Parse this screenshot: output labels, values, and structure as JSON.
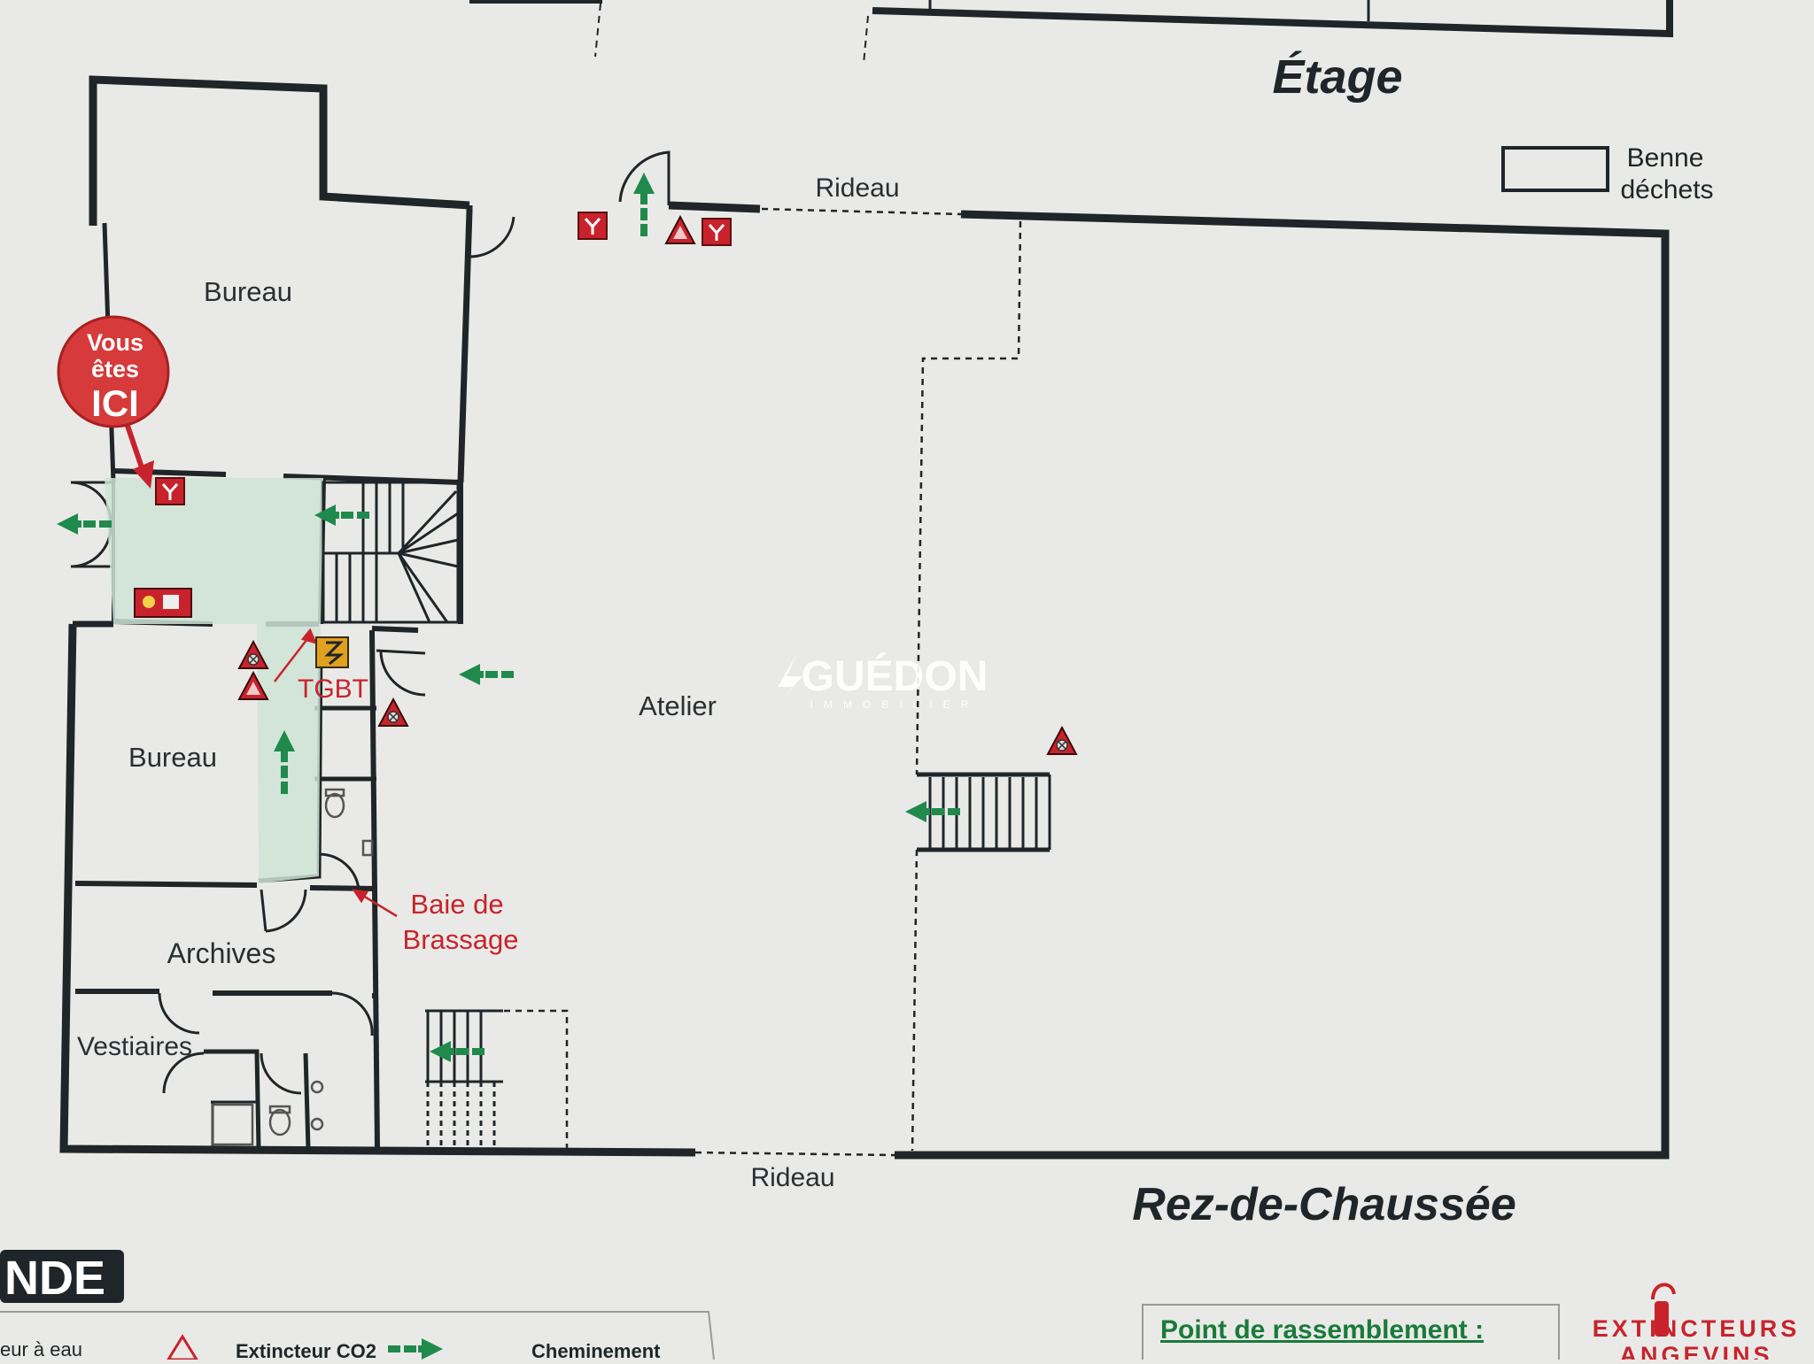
{
  "colors": {
    "paper": "#e9eae7",
    "wall": "#1f2528",
    "exit_green": "#1f8a4c",
    "zone_green": "#cfe3d6",
    "signal_red": "#c8232c",
    "marker_red": "#d63a3a",
    "tgbt_orange": "#e0a020",
    "legend_green": "#1a7a3a",
    "watermark": "#ffffff"
  },
  "headings": {
    "floor_upper": "Étage",
    "floor_ground": "Rez-de-Chaussée"
  },
  "labels": {
    "rideau_top": "Rideau",
    "rideau_bottom": "Rideau",
    "bureau_top": "Bureau",
    "bureau_lower": "Bureau",
    "atelier": "Atelier",
    "archives": "Archives",
    "vestiaires": "Vestiaires",
    "tgbt": "TGBT",
    "baie_line1": "Baie de",
    "baie_line2": "Brassage",
    "benne_line1": "Benne",
    "benne_line2": "déchets"
  },
  "you_are_here": {
    "line1": "Vous",
    "line2": "êtes",
    "line3": "ICI"
  },
  "watermark": {
    "brand": "GUÉDON",
    "sub": "IMMOBILIER"
  },
  "legend": {
    "title_fragment": "NDE",
    "item_water": "eur à eau",
    "item_co2": "Extincteur CO2",
    "item_path": "Cheminement",
    "assembly": "Point de rassemblement :"
  },
  "logo": {
    "line1": "EXTINCTEURS",
    "line2": "ANGEVINS"
  },
  "icons": {
    "extinguisher_water": "red-square-y-icon",
    "extinguisher_co2": "red-triangle-icon",
    "alarm": "alarm-box-icon",
    "exit_arrow": "green-arrow-icon",
    "electric": "lightning-icon",
    "wc": "toilet-icon"
  }
}
